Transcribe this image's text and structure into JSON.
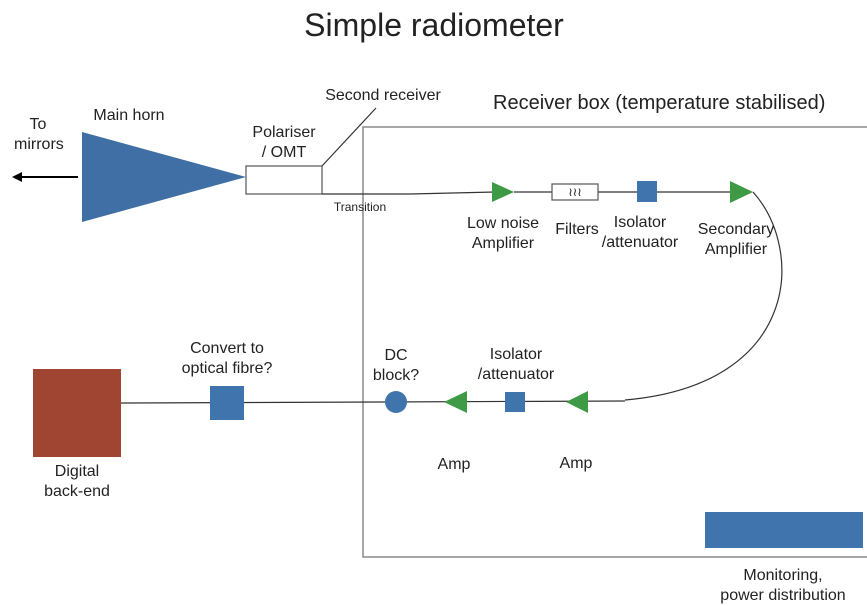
{
  "title": "Simple radiometer",
  "receiver_box_label": "Receiver box (temperature stabilised)",
  "to_mirrors": [
    "To",
    "mirrors"
  ],
  "main_horn": "Main horn",
  "second_receiver": "Second receiver",
  "polariser": [
    "Polariser",
    "/ OMT"
  ],
  "transition": "Transition",
  "lna": [
    "Low noise",
    "Amplifier"
  ],
  "filters": "Filters",
  "filter_symbol": "≀≀≀",
  "isolator_top": [
    "Isolator",
    "/attenuator"
  ],
  "secondary_amp": [
    "Secondary",
    "Amplifier"
  ],
  "isolator_bottom": [
    "Isolator",
    "/attenuator"
  ],
  "dc_block": [
    "DC",
    "block?"
  ],
  "amp_left": "Amp",
  "amp_right": "Amp",
  "convert": [
    "Convert to",
    "optical fibre?"
  ],
  "digital_backend": [
    "Digital",
    "back-end"
  ],
  "monitoring": [
    "Monitoring,",
    "power distribution"
  ],
  "colors": {
    "horn_blue": "#3f6fa4",
    "amp_green": "#3f9a45",
    "component_blue": "#3f74ad",
    "backend_red": "#a04532",
    "line": "#333333",
    "box_border": "#8a8a8a"
  },
  "icons": {
    "horn": "triangle-horn-icon",
    "amplifier": "triangle-amplifier-icon",
    "isolator": "square-isolator-icon",
    "dc_block": "circle-dc-block-icon",
    "filter": "filter-bank-icon"
  }
}
